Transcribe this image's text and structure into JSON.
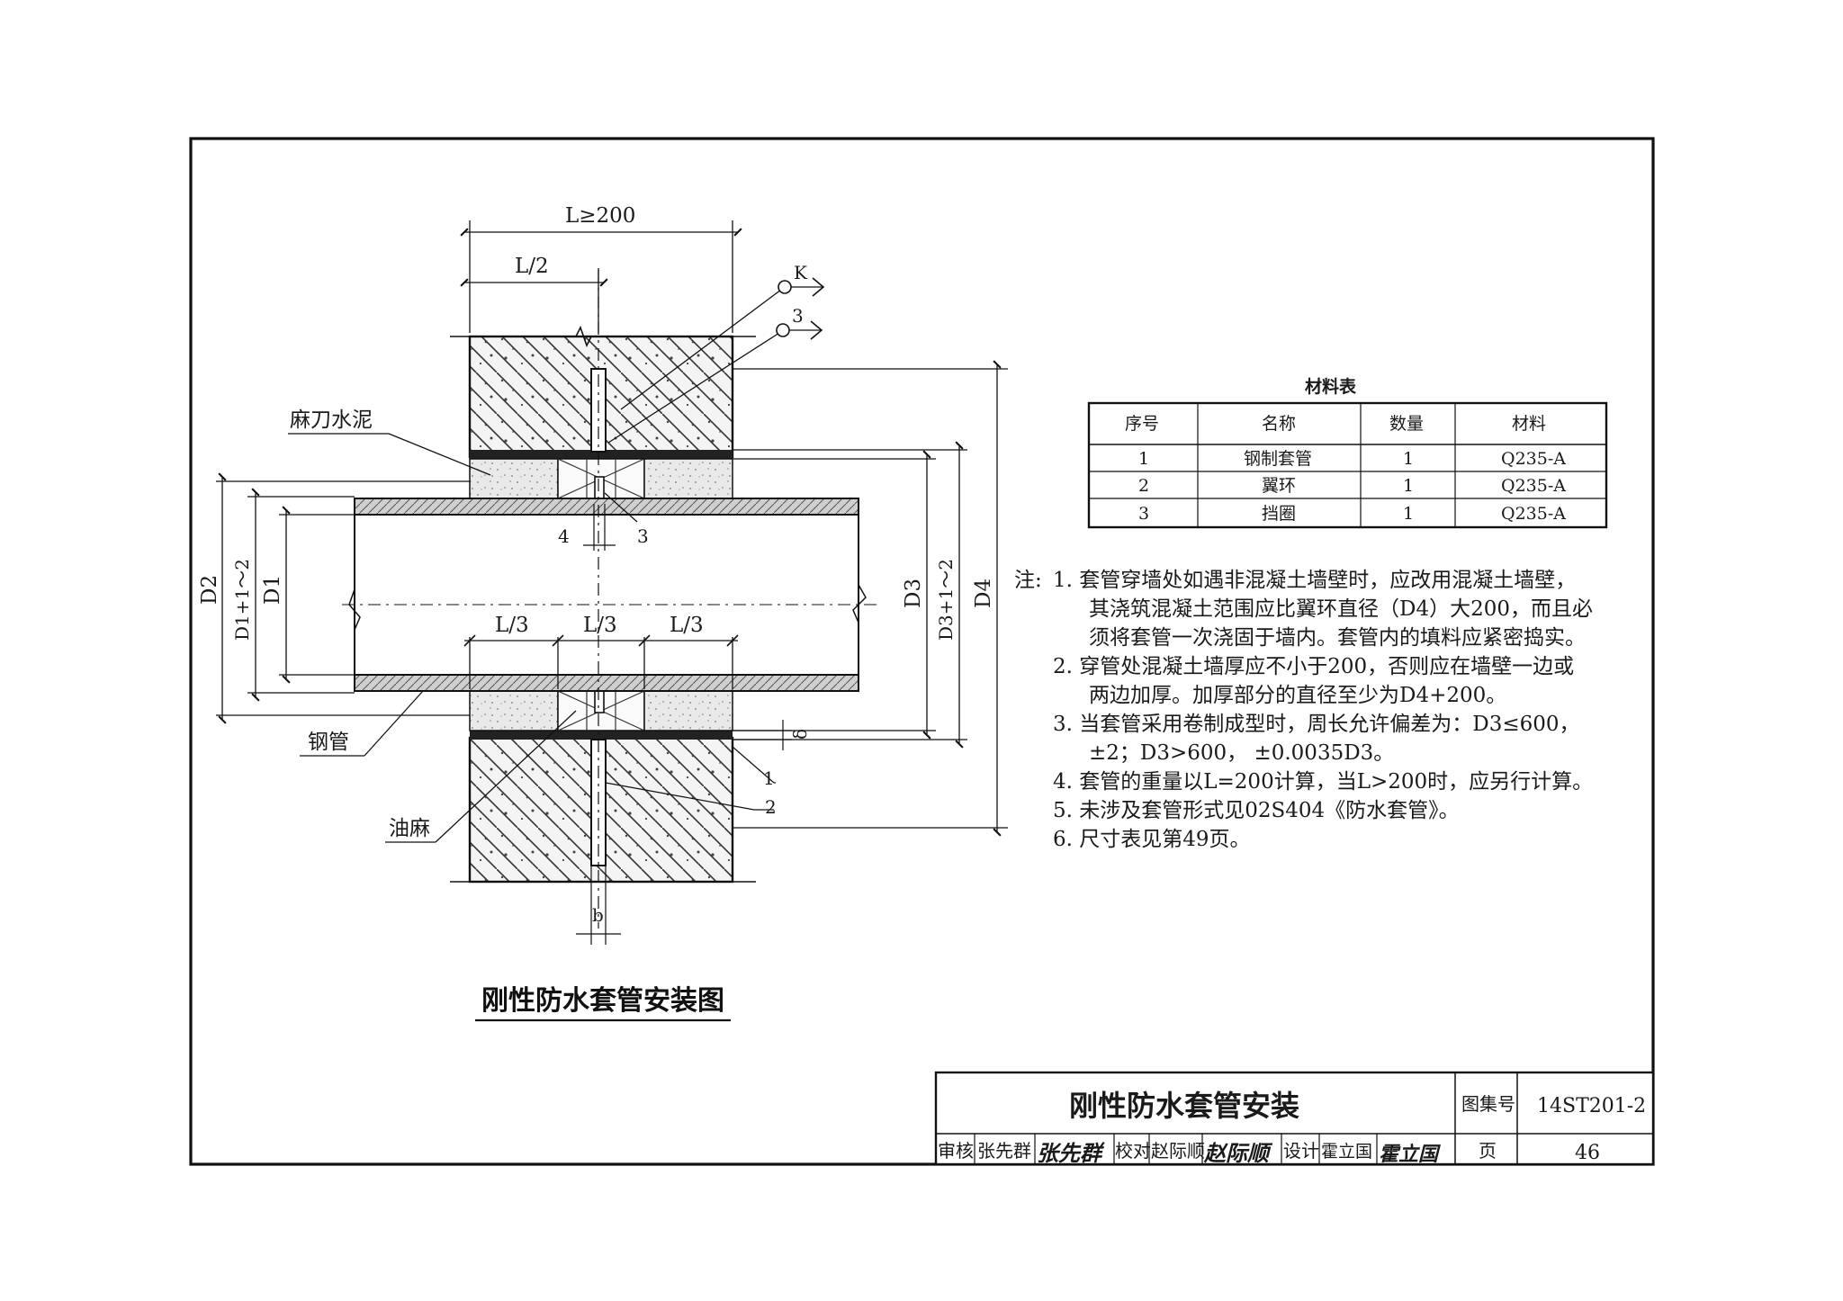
{
  "drawing": {
    "caption": "刚性防水套管安装图",
    "labels": {
      "L_total": "L≥200",
      "L_half": "L/2",
      "L_third": "L/3",
      "callout_K": "K",
      "callout_3": "3",
      "madao": "麻刀水泥",
      "steel_pipe": "钢管",
      "oil_hemp": "油麻",
      "D2": "D2",
      "D1plus": "D1+1～2",
      "D1": "D1",
      "D3": "D3",
      "D3plus": "D3+1～2",
      "D4": "D4",
      "num_4": "4",
      "num_3": "3",
      "num_1": "1",
      "num_2": "2",
      "delta": "δ",
      "b": "b"
    }
  },
  "materials_table": {
    "title": "材料表",
    "headers": [
      "序号",
      "名称",
      "数量",
      "材料"
    ],
    "rows": [
      [
        "1",
        "钢制套管",
        "1",
        "Q235-A"
      ],
      [
        "2",
        "翼环",
        "1",
        "Q235-A"
      ],
      [
        "3",
        "挡圈",
        "1",
        "Q235-A"
      ]
    ]
  },
  "notes": {
    "prefix": "注:",
    "lines": [
      "1. 套管穿墙处如遇非混凝土墙壁时，应改用混凝土墙壁，",
      "其浇筑混凝土范围应比翼环直径（D4）大200，而且必",
      "须将套管一次浇固于墙内。套管内的填料应紧密捣实。",
      "2. 穿管处混凝土墙厚应不小于200，否则应在墙壁一边或",
      "两边加厚。加厚部分的直径至少为D4+200。",
      "3. 当套管采用卷制成型时，周长允许偏差为：D3≤600，",
      "±2；D3>600， ±0.0035D3。",
      "4. 套管的重量以L=200计算，当L>200时，应另行计算。",
      "5. 未涉及套管形式见02S404《防水套管》。",
      "6. 尺寸表见第49页。"
    ]
  },
  "title_block": {
    "title": "刚性防水套管安装",
    "atlas_label": "图集号",
    "atlas_no": "14ST201-2",
    "review_label": "审核",
    "reviewer": "张先群",
    "reviewer_sig": "张先群",
    "check_label": "校对",
    "checker": "赵际顺",
    "checker_sig": "赵际顺",
    "design_label": "设计",
    "designer": "霍立国",
    "designer_sig": "霍立国",
    "page_label": "页",
    "page_no": "46"
  }
}
